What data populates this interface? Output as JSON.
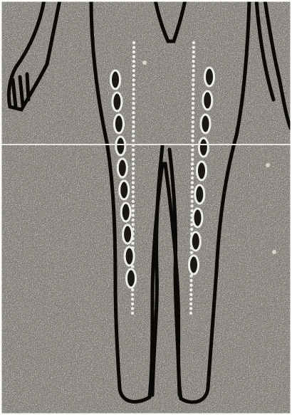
{
  "figure": {
    "subject": "legs-diagram",
    "colors": {
      "background": "#4f4a45",
      "speckle_light": "#d9d5cc",
      "speckle_dark": "#1a1714",
      "outline": "#0b0908",
      "fill": "#ececea",
      "border": "#fbfbf9",
      "scan_line": "#e8e6e0"
    },
    "marks": {
      "left_leg_ovals": 10,
      "right_leg_ovals": 9,
      "dotted_guides": 2
    }
  }
}
